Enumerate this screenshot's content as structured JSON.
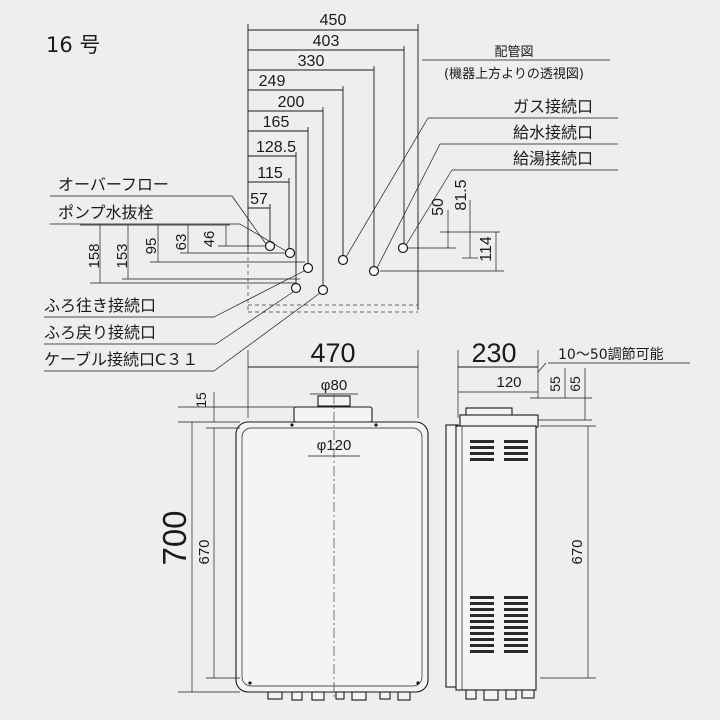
{
  "model": "16 号",
  "piping_view": {
    "title": "配管図",
    "subtitle": "(機器上方よりの透視図)"
  },
  "top_dimensions": [
    "450",
    "403",
    "330",
    "249",
    "200",
    "165",
    "128.5",
    "115",
    "57"
  ],
  "left_vertical_dimensions": [
    "158",
    "153",
    "95",
    "63",
    "46"
  ],
  "right_vertical_dimensions": [
    "50",
    "81.5",
    "114"
  ],
  "left_labels": {
    "overflow": "オーバーフロー",
    "drain_plug": "ポンプ水抜栓",
    "bath_out": "ふろ往き接続口",
    "bath_return": "ふろ戻り接続口",
    "cable": "ケーブル接続口C３１"
  },
  "right_labels": {
    "gas": "ガス接続口",
    "water_supply": "給水接続口",
    "hot_water": "給湯接続口"
  },
  "front_view": {
    "width": "470",
    "height": "700",
    "inner_height": "670",
    "top_offset": "15",
    "flue_outer": "φ80",
    "flue_inner": "φ120"
  },
  "side_view": {
    "depth": "230",
    "flue_offset": "120",
    "dim_55": "55",
    "dim_65": "65",
    "adjustable": "10～50調節可能",
    "inner_height": "670"
  }
}
